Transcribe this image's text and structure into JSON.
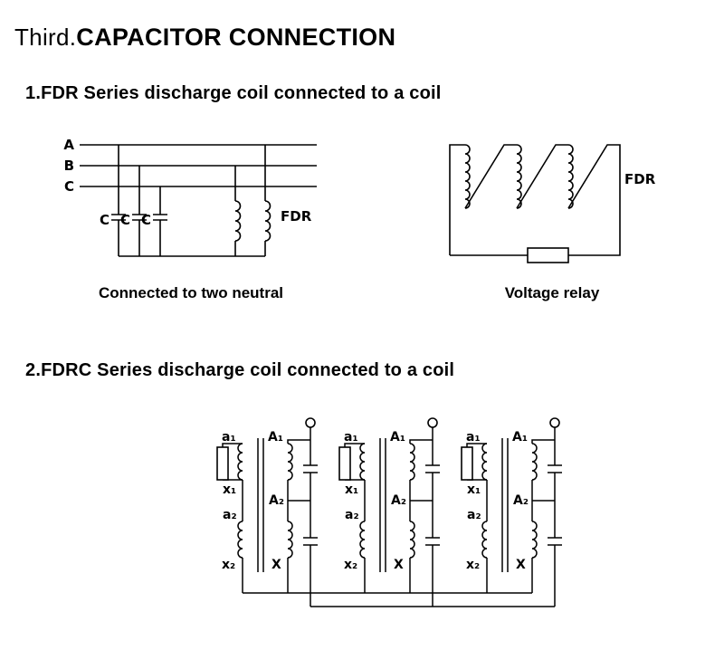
{
  "page": {
    "title_prefix": "Third.",
    "title_main": "CAPACITOR CONNECTION"
  },
  "colors": {
    "ink": "#000000",
    "background": "#ffffff"
  },
  "section1": {
    "heading": "1.FDR Series discharge coil connected to a coil",
    "left": {
      "phases": [
        "A",
        "B",
        "C"
      ],
      "cap_label": "C",
      "fdr_label": "FDR",
      "caption": "Connected to two neutral"
    },
    "right": {
      "fdr_label": "FDR",
      "caption": "Voltage relay"
    }
  },
  "section2": {
    "heading": "2.FDRC Series discharge coil connected to a coil",
    "labels": {
      "a1": "a₁",
      "A1": "A₁",
      "x1": "x₁",
      "A2": "A₂",
      "a2": "a₂",
      "x2": "x₂",
      "X": "X"
    }
  }
}
